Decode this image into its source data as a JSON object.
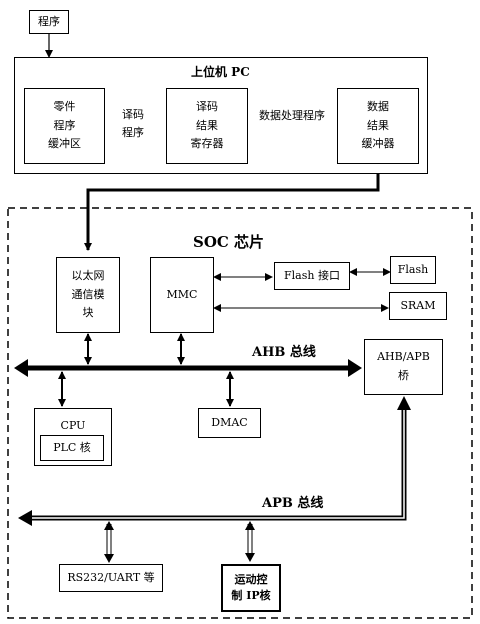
{
  "program_label": "程序",
  "pc": {
    "title": "上位机 PC",
    "part_buffer": "零件\n程序\n缓冲区",
    "decode_register": "译码\n结果\n寄存器",
    "data_buffer": "数据\n结果\n缓冲器",
    "arrow_decode": "译码\n程序",
    "arrow_process": "数据处理程序"
  },
  "soc": {
    "title": "SOC 芯片",
    "ethernet": "以太网\n通信模\n块",
    "mmc": "MMC",
    "flash_if": "Flash 接口",
    "flash": "Flash",
    "sram": "SRAM",
    "ahb_bus": "AHB 总线",
    "ahb_apb": "AHB/APB\n桥",
    "cpu": "CPU",
    "plc": "PLC 核",
    "dmac": "DMAC",
    "apb_bus": "APB 总线",
    "rs232": "RS232/UART 等",
    "motion_ip": "运动控\n制 IP核"
  }
}
